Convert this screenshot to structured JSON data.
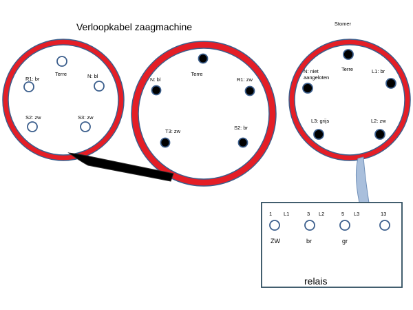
{
  "title": "Verloopkabel zaagmachine",
  "colors": {
    "ring": "#e41e26",
    "ring_outline": "#3b5e8c",
    "pin_outline": "#3b5e8c",
    "pin_fill_filled": "#000000",
    "pin_fill_hollow": "#ffffff",
    "cable": "#000000",
    "cable2": "#a9bfdc",
    "relay_border": "#2e4d5e"
  },
  "connector_left": {
    "labels": {
      "terre": "Terre",
      "n": "N: bl",
      "r1": "R1: br",
      "s2": "S2: zw",
      "s3": "S3: zw"
    },
    "pin_style": "hollow"
  },
  "connector_middle": {
    "labels": {
      "terre": "Terre",
      "n": "N: bl",
      "r1": "R1: zw",
      "t3": "T3: zw",
      "s2": "S2:  br"
    },
    "pin_style": "filled"
  },
  "connector_right": {
    "title": "Stomer",
    "labels": {
      "n_line1": "N: niet",
      "n_line2": "aangeloten",
      "terre": "Terre",
      "l1": "L1: br",
      "l3": "L3: grijs",
      "l2": "L2: zw"
    },
    "pin_style": "filled"
  },
  "relay": {
    "title": "relais",
    "terminals": [
      {
        "num": "1",
        "phase": "L1",
        "wire": "ZW"
      },
      {
        "num": "3",
        "phase": "L2",
        "wire": "br"
      },
      {
        "num": "5",
        "phase": "L3",
        "wire": "gr"
      },
      {
        "num": "13",
        "phase": "",
        "wire": ""
      }
    ]
  }
}
